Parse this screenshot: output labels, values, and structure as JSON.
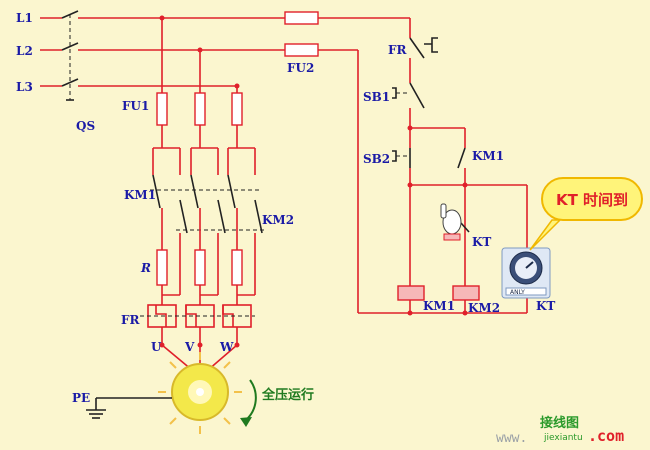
{
  "labels": {
    "l1": "L1",
    "l2": "L2",
    "l3": "L3",
    "qs": "QS",
    "fu1": "FU1",
    "fu2": "FU2",
    "km1_main": "KM1",
    "km2_main": "KM2",
    "r": "R",
    "fr_main": "FR",
    "u": "U",
    "v": "V",
    "w": "W",
    "pe": "PE",
    "fr_ctrl": "FR",
    "sb1": "SB1",
    "sb2": "SB2",
    "km1_aux": "KM1",
    "kt_contact": "KT",
    "km1_coil": "KM1",
    "km2_coil": "KM2",
    "kt_coil": "KT"
  },
  "callout": "KT 时间到",
  "motor_status": "全压运行",
  "watermark": {
    "site": "www.",
    "logo": "接线图",
    "pinyin": "jiexiantu",
    "com": ".com"
  },
  "timer_brand": "ANLY",
  "colors": {
    "background": "#fbf6cf",
    "wire": "#e0202a",
    "label": "#1a1aa6",
    "callout_fill": "#fff47a",
    "callout_border": "#f0b800",
    "callout_text": "#e0202a",
    "motor": "#f3e84a",
    "status_text": "#1f7a1f"
  }
}
